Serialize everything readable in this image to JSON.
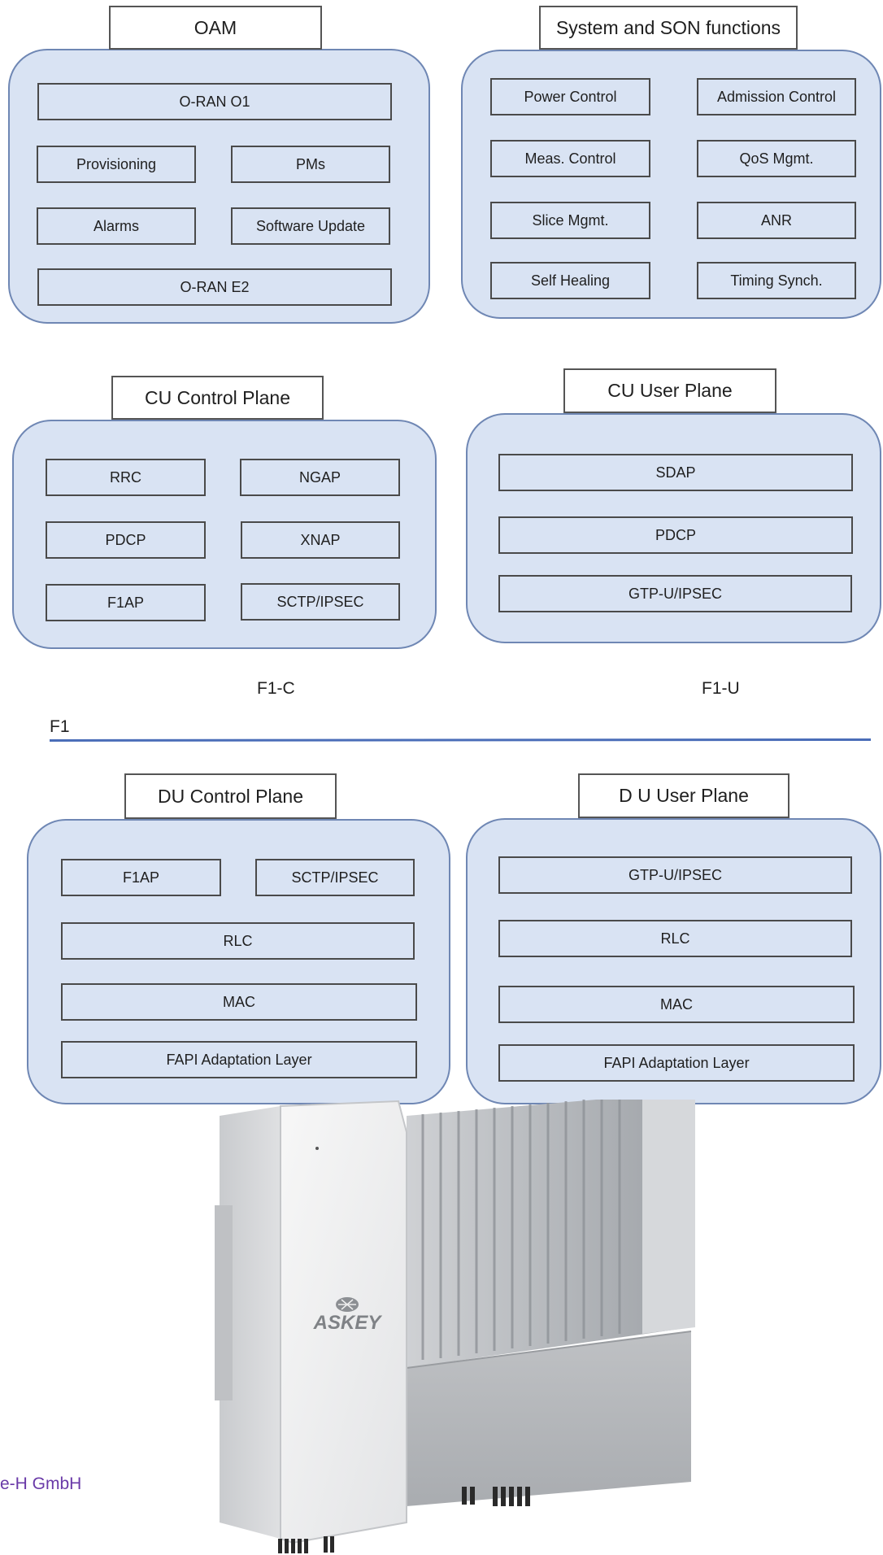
{
  "colors": {
    "panel_fill": "#d9e3f3",
    "panel_border": "#6f87b4",
    "f1_line": "#4a6db8",
    "vendor_text": "#6a3aa8"
  },
  "oam": {
    "title": "OAM",
    "o1": "O-RAN O1",
    "provisioning": "Provisioning",
    "pms": "PMs",
    "alarms": "Alarms",
    "software_update": "Software Update",
    "e2": "O-RAN E2"
  },
  "son": {
    "title": "System and SON functions",
    "power_control": "Power Control",
    "admission_control": "Admission Control",
    "meas_control": "Meas. Control",
    "qos_mgmt": "QoS Mgmt.",
    "slice_mgmt": "Slice Mgmt.",
    "anr": "ANR",
    "self_healing": "Self Healing",
    "timing_synch": "Timing Synch."
  },
  "cu_cp": {
    "title": "CU Control Plane",
    "rrc": "RRC",
    "ngap": "NGAP",
    "pdcp": "PDCP",
    "xnap": "XNAP",
    "f1ap": "F1AP",
    "sctp": "SCTP/IPSEC"
  },
  "cu_up": {
    "title": "CU User Plane",
    "sdap": "SDAP",
    "pdcp": "PDCP",
    "gtpu": "GTP-U/IPSEC"
  },
  "interfaces": {
    "f1c": "F1-C",
    "f1u": "F1-U",
    "f1": "F1"
  },
  "du_cp": {
    "title": "DU Control Plane",
    "f1ap": "F1AP",
    "sctp": "SCTP/IPSEC",
    "rlc": "RLC",
    "mac": "MAC",
    "fapi": "FAPI Adaptation Layer"
  },
  "du_up": {
    "title": "D U User Plane",
    "gtpu": "GTP-U/IPSEC",
    "rlc": "RLC",
    "mac": "MAC",
    "fapi": "FAPI Adaptation Layer"
  },
  "product": {
    "logo_text": "ASKEY",
    "vendor_caption": "e-H GmbH"
  }
}
